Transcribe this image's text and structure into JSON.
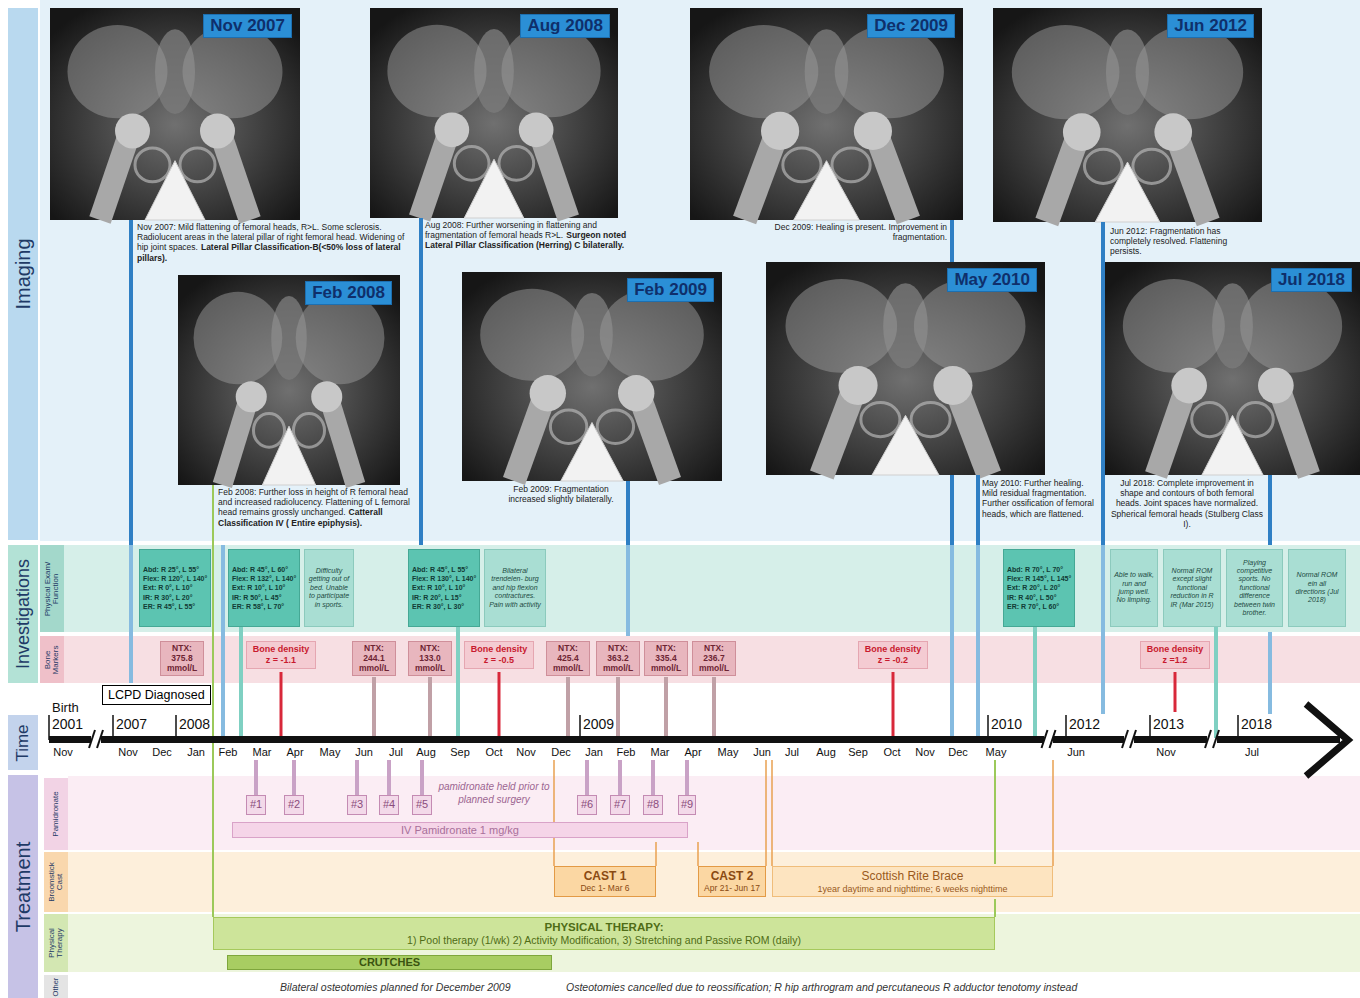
{
  "diagram": {
    "nodes": [
      {
        "text": [
          "Imaging"
        ]
      },
      {
        "text": [
          "Investigations"
        ]
      },
      {
        "text": [
          "Physical Exam/ Function"
        ]
      },
      {
        "text": [
          "Bone Markers"
        ]
      },
      {
        "text": [
          "Time"
        ]
      },
      {
        "text": [
          "Treatment"
        ]
      },
      {
        "text": [
          "Pamidronate"
        ]
      },
      {
        "text": [
          "Broomstick Cast"
        ]
      },
      {
        "text": [
          "Physical Therapy"
        ]
      },
      {
        "text": [
          "Other"
        ]
      },
      {
        "text": [
          "Nov 2007"
        ]
      },
      {
        "text": [
          "Aug 2008"
        ]
      },
      {
        "text": [
          "Dec 2009"
        ]
      },
      {
        "text": [
          "Jun 2012"
        ]
      },
      {
        "text": [
          "Feb 2008"
        ]
      },
      {
        "text": [
          "Feb 2009"
        ]
      },
      {
        "text": [
          "May 2010"
        ]
      },
      {
        "text": [
          "Jul 2018"
        ]
      },
      {
        "text": [
          "Abd: R 25°, L 55°",
          "Flex: R 120°, L 140°",
          "Ext: R 0°, L 10°",
          "IR: R 30°, L 20°",
          "ER: R 45°, L 55°"
        ]
      },
      {
        "text": [
          "Abd: R 45°, L 60°",
          "Flex: R 132°, L 140°",
          "Ext: R 10°, L 10°",
          "IR: R 50°, L 45°",
          "ER: R 58°, L 70°"
        ]
      },
      {
        "text": [
          "Difficulty getting out of bed. Unable to participate in sports."
        ]
      },
      {
        "text": [
          "Abd: R 45°, L 55°",
          "Flex: R 130°, L 140°",
          "Ext: R 10°, L 10°",
          "IR: R 20°, L 15°",
          "ER: R 30°, L 30°"
        ]
      },
      {
        "text": [
          "Bilateral trendelen- burg and hip flexion contractures. Pain with activity"
        ]
      },
      {
        "text": [
          "Abd: R 70°, L 70°",
          "Flex: R 145°, L 145°",
          "Ext: R 20°, L 20°",
          "IR: R 40°, L 50°",
          "ER: R 70°, L 60°"
        ]
      },
      {
        "text": [
          "Able to walk, run and jump well. No limping."
        ]
      },
      {
        "text": [
          "Normal ROM except slight functional reduction in R IR (Mar 2015)"
        ]
      },
      {
        "text": [
          "Playing competitive sports. No functional difference between twin brother."
        ]
      },
      {
        "text": [
          "Normal ROM ein all directions (Jul 2018)"
        ]
      },
      {
        "text": [
          "NTX: 375.8 mmol/L"
        ]
      },
      {
        "text": [
          "Bone density z = -1.1"
        ]
      },
      {
        "text": [
          "NTX: 244.1 mmol/L"
        ]
      },
      {
        "text": [
          "NTX: 133.0 mmol/L"
        ]
      },
      {
        "text": [
          "Bone density z = -0.5"
        ]
      },
      {
        "text": [
          "NTX: 425.4 mmol/L"
        ]
      },
      {
        "text": [
          "NTX: 363.2 mmol/L"
        ]
      },
      {
        "text": [
          "NTX: 335.4 mmol/L"
        ]
      },
      {
        "text": [
          "NTX: 236.7 mmol/L"
        ]
      },
      {
        "text": [
          "Bone density z = -0.2"
        ]
      },
      {
        "text": [
          "Bone density z =1.2"
        ]
      },
      {
        "text": [
          "LCPD Diagnosed"
        ]
      },
      {
        "text": [
          "#1"
        ]
      },
      {
        "text": [
          "#2"
        ]
      },
      {
        "text": [
          "#3"
        ]
      },
      {
        "text": [
          "#4"
        ]
      },
      {
        "text": [
          "#5"
        ]
      },
      {
        "text": [
          "#6"
        ]
      },
      {
        "text": [
          "#7"
        ]
      },
      {
        "text": [
          "#8"
        ]
      },
      {
        "text": [
          "#9"
        ]
      },
      {
        "text": [
          "IV Pamidronate 1 mg/kg"
        ]
      },
      {
        "text": [
          "CAST 1",
          "Dec 1- Mar 6"
        ]
      },
      {
        "text": [
          "CAST 2",
          "Apr 21- Jun 17"
        ]
      },
      {
        "text": [
          "Scottish Rite Brace",
          "1year daytime and nighttime; 6 weeks nighttime"
        ]
      },
      {
        "text": [
          "PHYSICAL THERAPY:",
          "1) Pool therapy (1/wk) 2) Activity Modification, 3) Stretching and Passive ROM (daily)"
        ]
      },
      {
        "text": [
          "CRUTCHES"
        ]
      }
    ],
    "labels": [
      "Nov 2007: Mild flattening of femoral heads, R>L. Some sclerosis. Radiolucent areas in the lateral pillar of right femoral head. Widening of hip joint spaces.",
      "Lateral Pillar Classification-B(<50% loss of lateral pillars).",
      "Feb 2008: Further loss in height of R femoral head and increased radiolucency. Flattening of L femoral head remains grossly unchanged.",
      "Catterall Classification IV ( Entire epiphysis).",
      "Aug 2008: Further worsening in flattening and fragmentation of femoral heads R>L.",
      "Surgeon noted Lateral Pillar Classification (Herring) C bilaterally.",
      "Feb 2009: Fragmentation increased slightly bilaterally.",
      "Dec 2009: Healing is present. Improvement in fragmentation.",
      "May 2010: Further healing. Mild residual fragmentation. Further ossification of femoral heads, which are flattened.",
      "Jun 2012: Fragmentation has completely resolved. Flattening persists.",
      "Jul 2018: Complete improvement in shape and contours of both femoral heads. Joint spaces have normalized. Spherical femoral heads (Stulberg Class I).",
      "Birth",
      "2001",
      "2007",
      "2008",
      "2009",
      "2010",
      "2012",
      "2013",
      "2018",
      "Nov",
      "Nov",
      "Dec",
      "Jan",
      "Feb",
      "Mar",
      "Apr",
      "May",
      "Jun",
      "Jul",
      "Aug",
      "Sep",
      "Oct",
      "Nov",
      "Dec",
      "Jan",
      "Feb",
      "Mar",
      "Apr",
      "May",
      "Jun",
      "Jul",
      "Aug",
      "Sep",
      "Oct",
      "Nov",
      "Dec",
      "May",
      "Jun",
      "Nov",
      "Jul",
      "pamidronate held prior to planned surgery",
      "Bilateral osteotomies planned for December 2009",
      "Osteotomies cancelled due to reossification; R hip arthrogram and percutaneous R adductor tenotomy instead"
    ]
  }
}
